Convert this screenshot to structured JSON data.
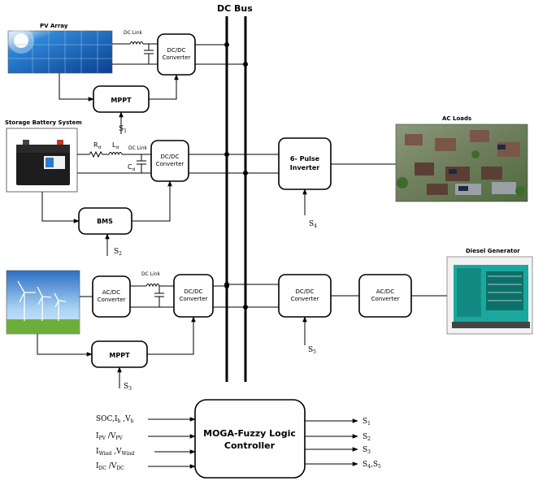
{
  "title": "DC Bus",
  "sources": {
    "pv_array": "PV Array",
    "battery": "Storage Battery System",
    "ac_loads": "AC Loads",
    "diesel": "Diesel Generator"
  },
  "blocks": {
    "dcdc": [
      "DC/DC",
      "Converter"
    ],
    "acdc": [
      "AC/DC",
      "Converter"
    ],
    "inverter": [
      "6- Pulse",
      "Inverter"
    ],
    "mppt": "MPPT",
    "bms": "BMS",
    "controller": [
      "MOGA-Fuzzy Logic",
      "Controller"
    ]
  },
  "labels": {
    "dc_link": "DC Link",
    "rd": {
      "base": "R",
      "sub": "d"
    },
    "ld": {
      "base": "L",
      "sub": "d"
    },
    "cd": {
      "base": "C",
      "sub": "d"
    }
  },
  "signals": {
    "s1": {
      "base": "S",
      "sub": "1"
    },
    "s2": {
      "base": "S",
      "sub": "2"
    },
    "s3": {
      "base": "S",
      "sub": "3"
    },
    "s4": {
      "base": "S",
      "sub": "4"
    },
    "s5": {
      "base": "S",
      "sub": "5"
    }
  },
  "controller_inputs": [
    {
      "a": "SOC,I",
      "as": "b",
      "b": " ,V",
      "bs": "b"
    },
    {
      "a": "I",
      "as": "PV",
      "b": " /V",
      "bs": "PV"
    },
    {
      "a": "I",
      "as": "Wind",
      "b": " ,V",
      "bs": "Wind"
    },
    {
      "a": "I",
      "as": "DC",
      "b": " /V",
      "bs": "DC"
    }
  ],
  "controller_outputs": [
    {
      "a": "S",
      "as": "1"
    },
    {
      "a": "S",
      "as": "2"
    },
    {
      "a": "S",
      "as": "3"
    },
    {
      "a": "S",
      "as": "4",
      "b": ",S",
      "bs": "5"
    }
  ]
}
